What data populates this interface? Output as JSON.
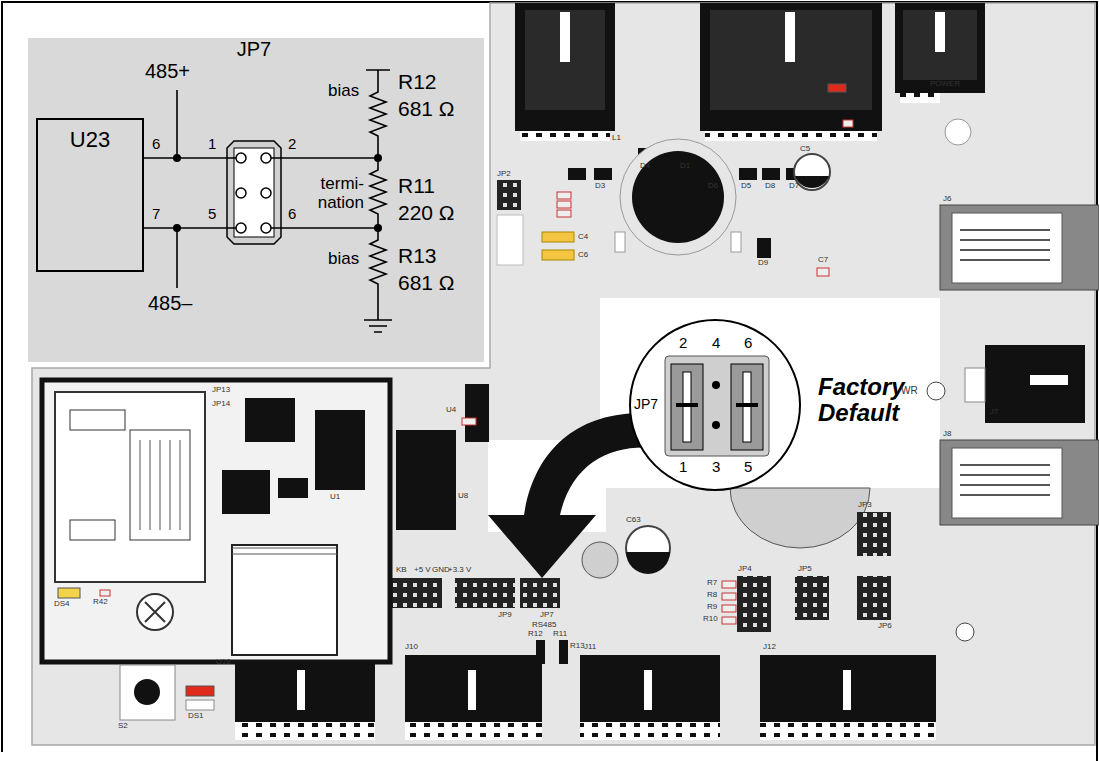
{
  "diagram": {
    "nodes": [
      {
        "text": [
          "U23"
        ]
      },
      {
        "text": [
          "JP7"
        ]
      }
    ],
    "edges": [
      {
        "from": 0,
        "to": 1,
        "arrow": "none"
      },
      {
        "from": 0,
        "to": 1,
        "arrow": "none"
      }
    ],
    "labels": [
      "485+",
      "6",
      "7",
      "1",
      "2",
      "5",
      "6",
      "bias",
      "R12",
      "681 Ω",
      "termi- nation",
      "R11",
      "220 Ω",
      "bias",
      "R13",
      "681 Ω",
      "485–",
      "2",
      "4",
      "6",
      "JP7",
      "1",
      "3",
      "5",
      "Factory Default",
      "J6",
      "J7",
      "J8",
      "J10",
      "J11",
      "J12",
      "JP2",
      "JP3",
      "JP4",
      "JP5",
      "JP6",
      "JP7",
      "JP9",
      "RS485",
      "R12",
      "R11",
      "R13",
      "R7",
      "R8",
      "R9",
      "R10",
      "C63",
      "C5",
      "C7",
      "C4",
      "C6",
      "L1",
      "D1",
      "D3",
      "D4",
      "D5",
      "D6",
      "D7",
      "D8",
      "D9",
      "U4",
      "U8",
      "U1",
      "U18",
      "DS4",
      "R42",
      "DS1",
      "S2",
      "POWER",
      "WR",
      "+5 V",
      "GND",
      "+3.3 V",
      "KB",
      "JP13",
      "JP14"
    ]
  }
}
